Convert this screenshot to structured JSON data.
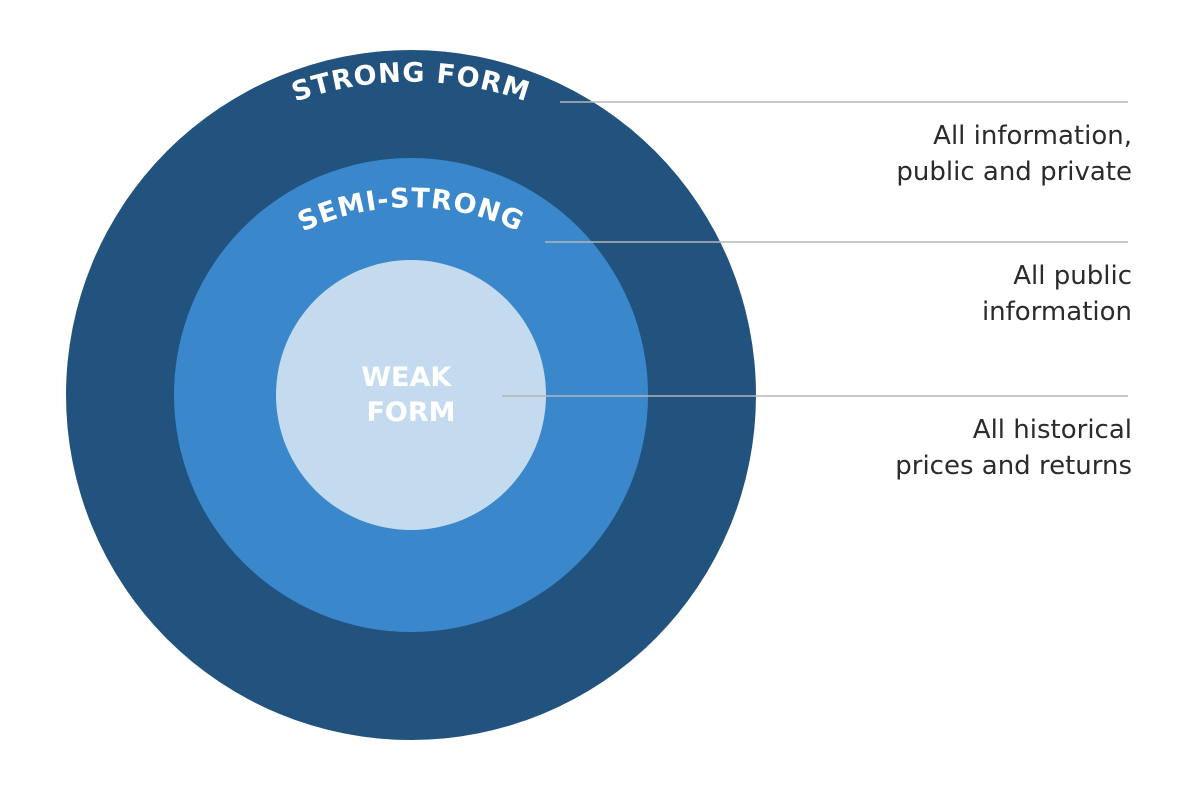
{
  "levels": [
    {
      "label": "STRONG FORM",
      "description_lines": [
        "All information,",
        "public and private"
      ],
      "color": "#22537f"
    },
    {
      "label": "SEMI-STRONG",
      "description_lines": [
        "All public",
        "information"
      ],
      "color": "#3a87cc"
    },
    {
      "label_lines": [
        "WEAK",
        "FORM"
      ],
      "description_lines": [
        "All historical",
        "prices and returns"
      ],
      "color": "#c4dbef"
    }
  ],
  "leader_line_color": "#b5b5b5"
}
